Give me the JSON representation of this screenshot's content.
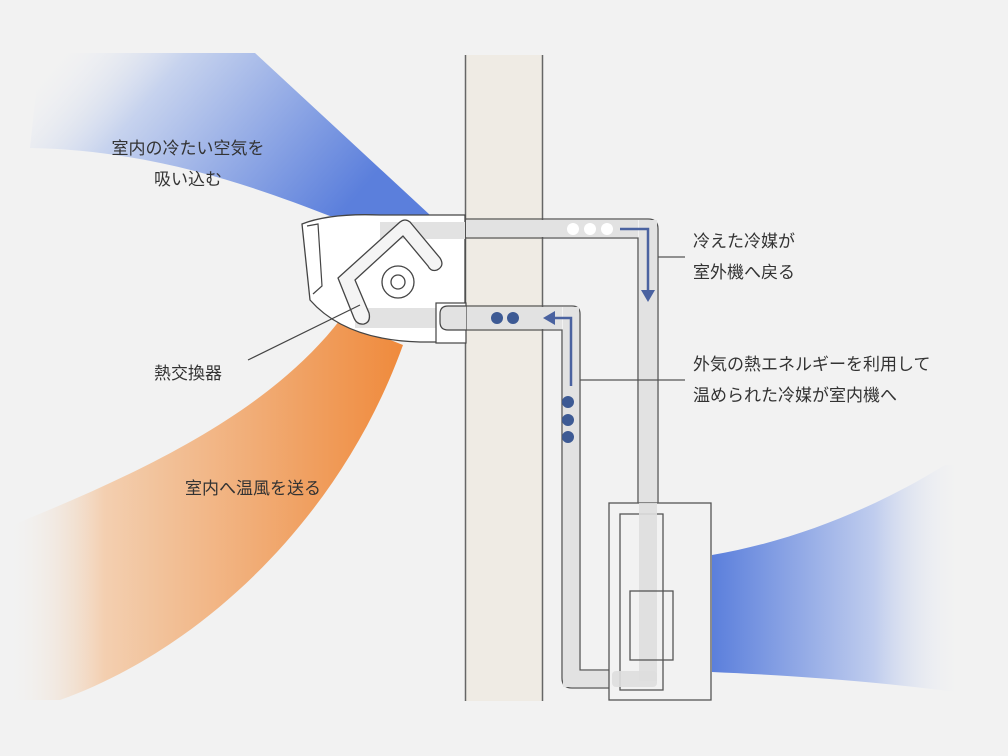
{
  "title": "Heat pump heating operation diagram",
  "labels": {
    "intake": {
      "line1": "室内の冷たい空気を",
      "line2": "吸い込む"
    },
    "heat_exchanger": "熱交換器",
    "warm_air": "室内へ温風を送る",
    "cooled_refrigerant": {
      "line1": "冷えた冷媒が",
      "line2": "室外機へ戻る"
    },
    "warmed_refrigerant": {
      "line1": "外気の熱エネルギーを利用して",
      "line2": "温められた冷媒が室内機へ"
    }
  },
  "colors": {
    "background": "#f2f2f2",
    "wall": "#efebe4",
    "outline": "#555555",
    "pipe": "#e2e2e2",
    "refrigerant_dot": "#3d5a94",
    "flow_arrow": "#4a62a0",
    "cold_air": "#5b7fdc",
    "warm_air": "#ef8a3c"
  },
  "icons": {
    "flow_down": "arrow-down-icon",
    "flow_left": "arrow-left-icon",
    "fan": "fan-icon"
  }
}
